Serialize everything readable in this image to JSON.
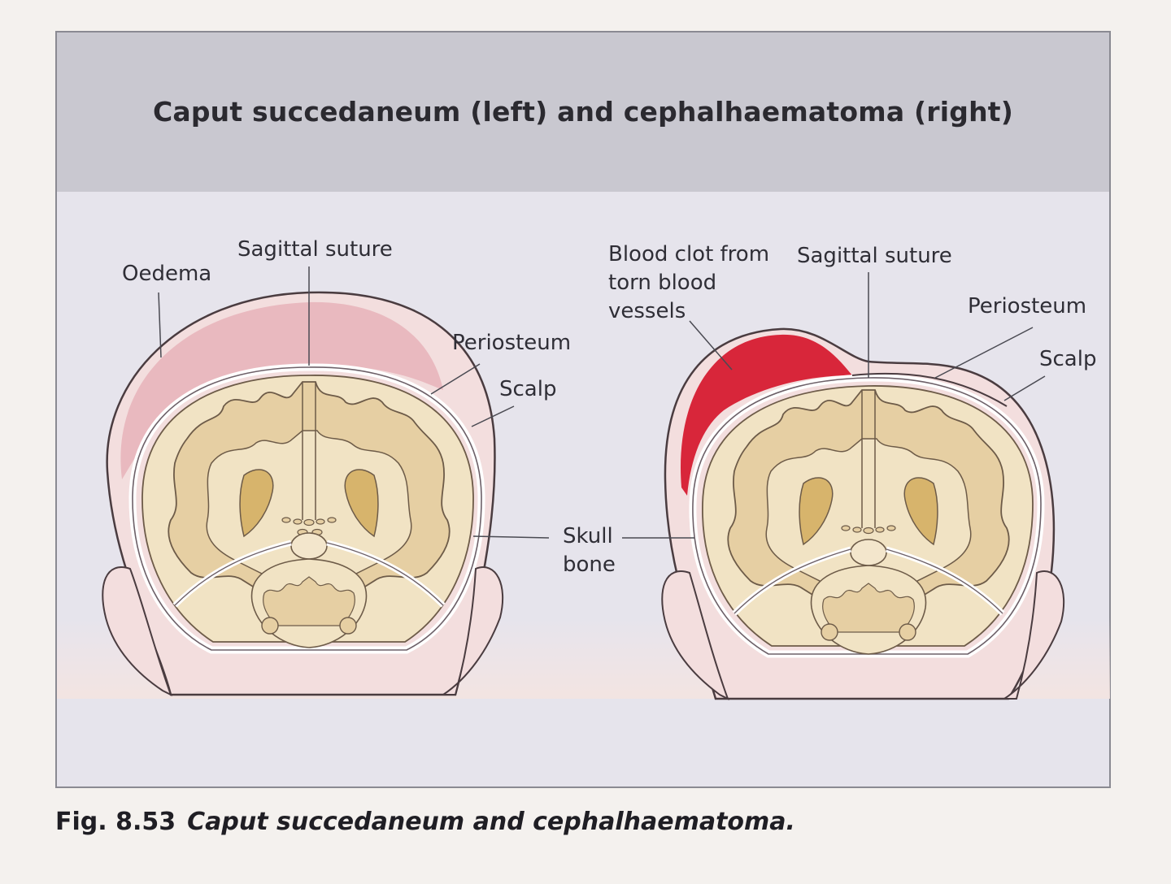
{
  "figure": {
    "title": "Caput succedaneum (left) and cephalhaematoma (right)",
    "caption_number": "Fig. 8.53",
    "caption_text": "Caput succedaneum and cephalhaematoma."
  },
  "left_diagram": {
    "labels": {
      "oedema": "Oedema",
      "sagittal_suture": "Sagittal suture",
      "periosteum": "Periosteum",
      "scalp": "Scalp"
    }
  },
  "center_labels": {
    "skull_bone": "Skull\nbone"
  },
  "right_diagram": {
    "labels": {
      "blood_clot": "Blood clot from\ntorn blood\nvessels",
      "sagittal_suture": "Sagittal suture",
      "periosteum": "Periosteum",
      "scalp": "Scalp"
    }
  },
  "colors": {
    "header": "#c9c8d0",
    "panel": "#e6e4ec",
    "oedema": "#e9b9bf",
    "blood_clot": "#d8263a",
    "scalp": "#f3dede",
    "brain": "#f1e3c4",
    "white_matter": "#e6cfa3",
    "ventricle": "#d7b46c"
  }
}
